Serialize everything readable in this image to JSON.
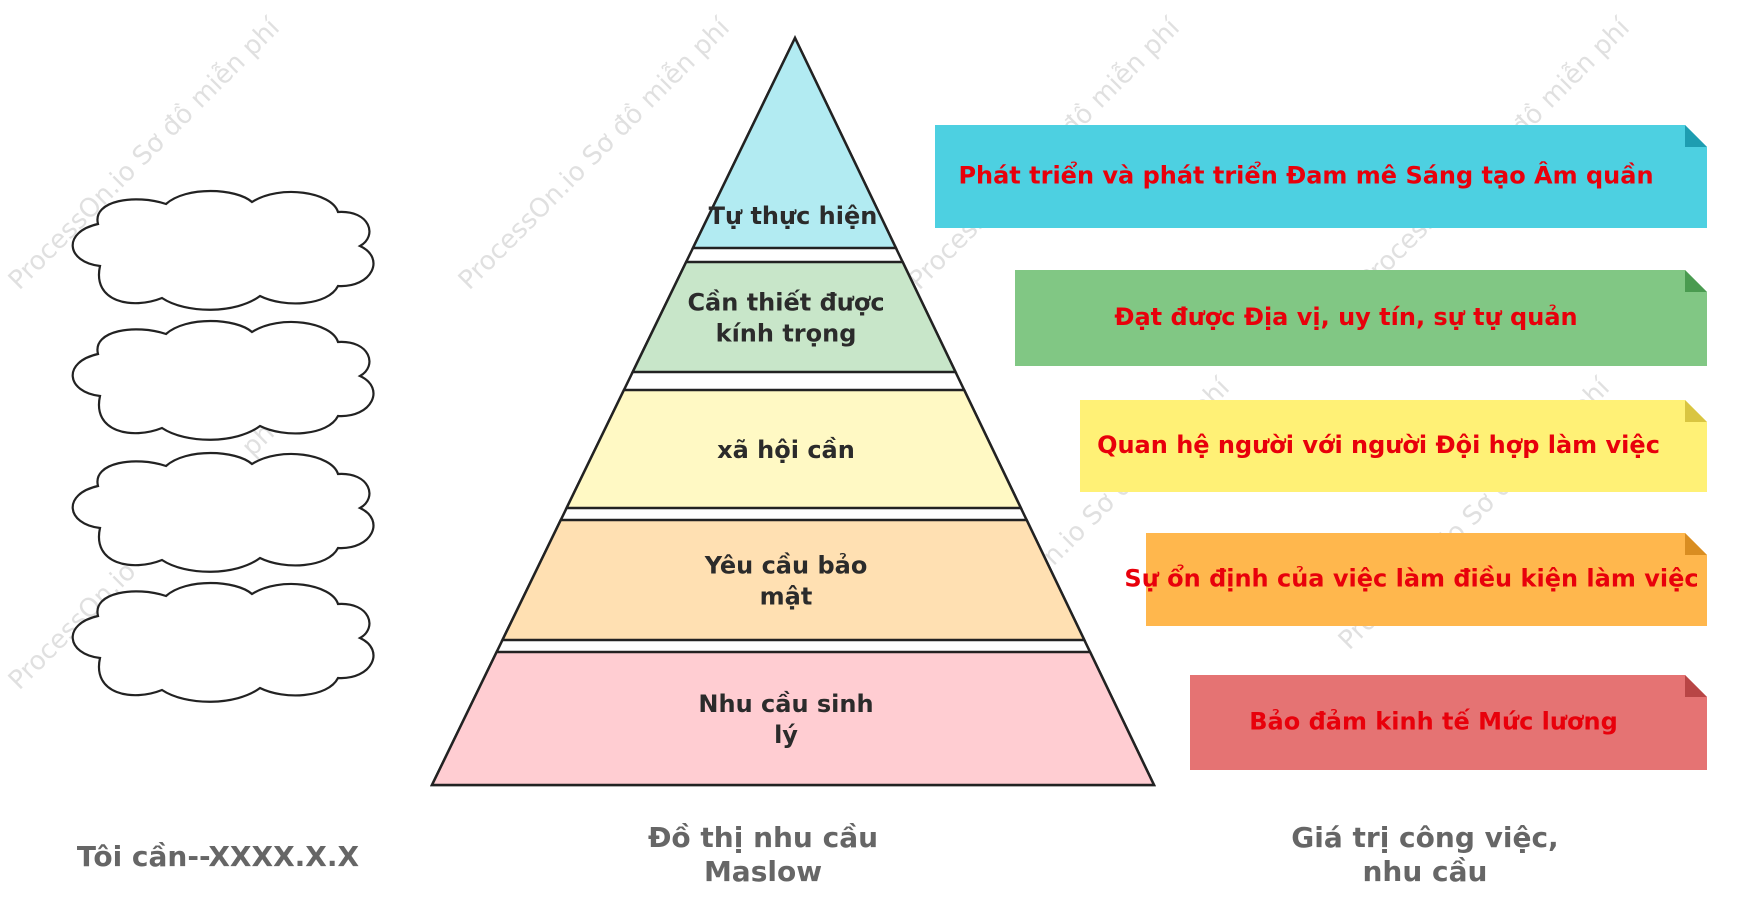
{
  "watermark": "ProcessOn.io Sơ đồ miễn phí",
  "pyramid": {
    "levels": [
      {
        "lines": [
          "Tự thực hiện"
        ],
        "fill": "#b2ebf2"
      },
      {
        "lines": [
          "Cần thiết được",
          "kính trọng"
        ],
        "fill": "#c8e6c9"
      },
      {
        "lines": [
          "xã hội cần"
        ],
        "fill": "#fff9c4"
      },
      {
        "lines": [
          "Yêu cầu bảo",
          "mật"
        ],
        "fill": "#ffe0b2"
      },
      {
        "lines": [
          "Nhu cầu sinh",
          "lý"
        ],
        "fill": "#ffcdd2"
      }
    ]
  },
  "values": [
    {
      "text": "Phát triển và phát triển Đam mê Sáng tạo Âm quần",
      "fill": "#4dd0e1",
      "fold": "#1e9db1"
    },
    {
      "text": "Đạt được Địa vị, uy tín, sự tự quản",
      "fill": "#81c784",
      "fold": "#4a9b50"
    },
    {
      "text": "Quan hệ người với người Đội hợp làm việc",
      "fill": "#fff176",
      "fold": "#d9c541"
    },
    {
      "text": "Sự ổn định của việc làm điều kiện làm việc",
      "fill": "#ffb74d",
      "fold": "#d98d21"
    },
    {
      "text": "Bảo đảm kinh tế  Mức lương",
      "fill": "#e57373",
      "fold": "#b84545"
    }
  ],
  "text_color": "#e8000b",
  "captions": {
    "left": [
      "Tôi cần--XXXX.X.X"
    ],
    "middle": [
      "Đồ thị nhu cầu",
      "Maslow"
    ],
    "right": [
      "Giá trị công việc,",
      "nhu cầu"
    ]
  }
}
